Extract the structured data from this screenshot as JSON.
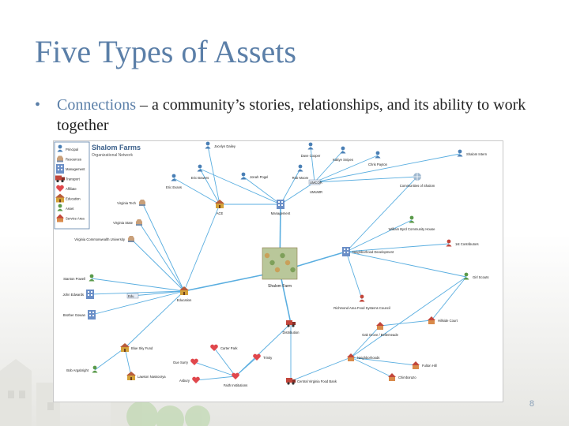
{
  "slide": {
    "title": "Five Types of Assets",
    "bullet_term": "Connections",
    "bullet_rest": " – a community’s stories, relationships, and its ability to work together",
    "page_number": "8"
  },
  "diagram": {
    "title": "Shalom Farms",
    "subtitle": "Organizational Network",
    "legend": [
      {
        "label": "Principal",
        "icon": "person",
        "color": "#4a7fb5"
      },
      {
        "label": "Resources",
        "icon": "hand",
        "color": "#7a8ea8"
      },
      {
        "label": "Management",
        "icon": "building",
        "color": "#6b8fc7"
      },
      {
        "label": "Transport",
        "icon": "truck",
        "color": "#c2463b"
      },
      {
        "label": "Affiliate",
        "icon": "heart",
        "color": "#e0474c"
      },
      {
        "label": "Education",
        "icon": "school",
        "color": "#d4a23a"
      },
      {
        "label": "Asset",
        "icon": "person-green",
        "color": "#5a9a4a"
      },
      {
        "label": "Service Area",
        "icon": "house",
        "color": "#b85c3a"
      }
    ],
    "nodes": [
      {
        "id": "hub",
        "label": "Shalom Farm",
        "icon": "farm"
      },
      {
        "id": "jocelyn",
        "label": "Jocelyn Dailey",
        "icon": "person"
      },
      {
        "id": "eric_b",
        "label": "Eric Bowers",
        "icon": "person"
      },
      {
        "id": "eric_e",
        "label": "Eric Evans",
        "icon": "person"
      },
      {
        "id": "jonah",
        "label": "Jonah Pogel",
        "icon": "person"
      },
      {
        "id": "dave",
        "label": "Dave Cooper",
        "icon": "person"
      },
      {
        "id": "kattye",
        "label": "Kattye Snipes",
        "icon": "person"
      },
      {
        "id": "chris",
        "label": "Chris Payton",
        "icon": "person"
      },
      {
        "id": "intern",
        "label": "Shalom Intern",
        "icon": "person"
      },
      {
        "id": "rob",
        "label": "Rob Moore",
        "icon": "person"
      },
      {
        "id": "umcor",
        "label": "UMCOR",
        "icon": "logo"
      },
      {
        "id": "umr",
        "label": "UMUMR",
        "icon": "label"
      },
      {
        "id": "communities",
        "label": "Communities of Shalom",
        "icon": "globe"
      },
      {
        "id": "ace",
        "label": "ACE",
        "icon": "school"
      },
      {
        "id": "management",
        "label": "Management",
        "icon": "building"
      },
      {
        "id": "vtech",
        "label": "Virginia Tech",
        "icon": "hand"
      },
      {
        "id": "vstate",
        "label": "Virginia State",
        "icon": "hand"
      },
      {
        "id": "vcu",
        "label": "Virginia Commonwealth University",
        "icon": "hand"
      },
      {
        "id": "wbyrd",
        "label": "William Byrd Community House",
        "icon": "person-green"
      },
      {
        "id": "first",
        "label": "1st Contributors",
        "icon": "person-red"
      },
      {
        "id": "neighborhood",
        "label": "Neighborhood Development",
        "icon": "building"
      },
      {
        "id": "girlscouts",
        "label": "Girl Scouts",
        "icon": "person-green"
      },
      {
        "id": "stanton",
        "label": "Stanton Powell",
        "icon": "person-green"
      },
      {
        "id": "john",
        "label": "John Edwards",
        "icon": "building"
      },
      {
        "id": "brother",
        "label": "Brother Gowan",
        "icon": "building"
      },
      {
        "id": "education",
        "label": "Education",
        "icon": "school"
      },
      {
        "id": "bluesky",
        "label": "Blue Sky Fund",
        "icon": "school"
      },
      {
        "id": "bob",
        "label": "Bob Argabright",
        "icon": "person-green"
      },
      {
        "id": "lawson",
        "label": "Lawson Nassoorya",
        "icon": "school"
      },
      {
        "id": "rafb",
        "label": "Richmond Area Food Systems Council",
        "icon": "person-red"
      },
      {
        "id": "hillside",
        "label": "Hillside Court",
        "icon": "house"
      },
      {
        "id": "oakgrove",
        "label": "Oak Grove / Bellemeade",
        "icon": "house"
      },
      {
        "id": "distribution",
        "label": "Distribution",
        "icon": "truck"
      },
      {
        "id": "carter",
        "label": "Carter Park",
        "icon": "heart"
      },
      {
        "id": "trinity",
        "label": "Trinity",
        "icon": "heart"
      },
      {
        "id": "gue",
        "label": "Gue Surry",
        "icon": "heart"
      },
      {
        "id": "asbury",
        "label": "Asbury",
        "icon": "heart"
      },
      {
        "id": "faith",
        "label": "Faith Institutions",
        "icon": "heart"
      },
      {
        "id": "neighborhoods",
        "label": "Neighborhoods",
        "icon": "house"
      },
      {
        "id": "fulton",
        "label": "Fulton Hill",
        "icon": "house"
      },
      {
        "id": "chimborazo",
        "label": "Chimborazo",
        "icon": "house"
      },
      {
        "id": "cvfb",
        "label": "Central Virginia Food Bank",
        "icon": "truck"
      },
      {
        "id": "edulogo",
        "label": "Edu",
        "icon": "logo"
      }
    ]
  },
  "colors": {
    "title": "#5b7fa8",
    "link": "#5aaee0",
    "bullet_text": "#222222"
  }
}
